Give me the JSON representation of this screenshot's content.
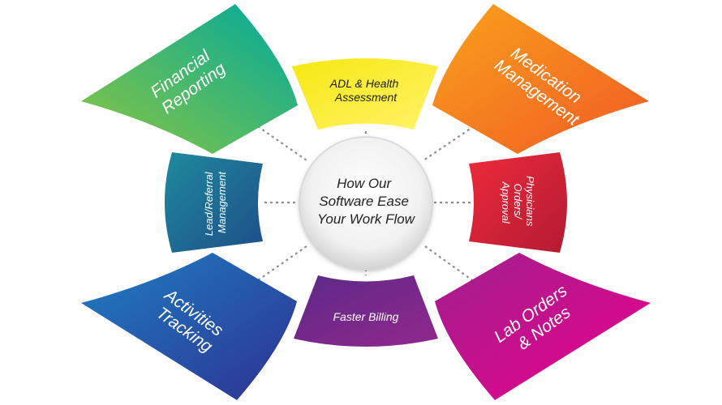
{
  "diagram": {
    "center": {
      "lines": [
        "How Our",
        "Software Ease",
        "Your Work Flow"
      ]
    },
    "segments": {
      "financial": {
        "lines": [
          "Financial",
          "Reporting"
        ],
        "color_from": "#7ac943",
        "color_to": "#00a99d"
      },
      "adl": {
        "lines": [
          "ADL & Health",
          "Assessment"
        ],
        "color_from": "#f7ec13",
        "color_to": "#fff36b"
      },
      "medication": {
        "lines": [
          "Medication",
          "Management"
        ],
        "color_from": "#f7941d",
        "color_to": "#f15a24"
      },
      "physicians": {
        "lines": [
          "Physicians",
          "Orders/",
          "Approval"
        ],
        "color_from": "#ed1c24",
        "color_to": "#c1272d"
      },
      "lab": {
        "lines": [
          "Lab Orders",
          "& Notes"
        ],
        "color_from": "#b0158c",
        "color_to": "#ec008c"
      },
      "billing": {
        "lines": [
          "Faster Billing"
        ],
        "color_from": "#662d91",
        "color_to": "#93278f"
      },
      "activities": {
        "lines": [
          "Activities",
          "Tracking"
        ],
        "color_from": "#29abe2",
        "color_to": "#2e3192"
      },
      "lead": {
        "lines": [
          "Lead/Referral",
          "Management"
        ],
        "color_from": "#1b7fa0",
        "color_to": "#1d4e89"
      }
    }
  }
}
